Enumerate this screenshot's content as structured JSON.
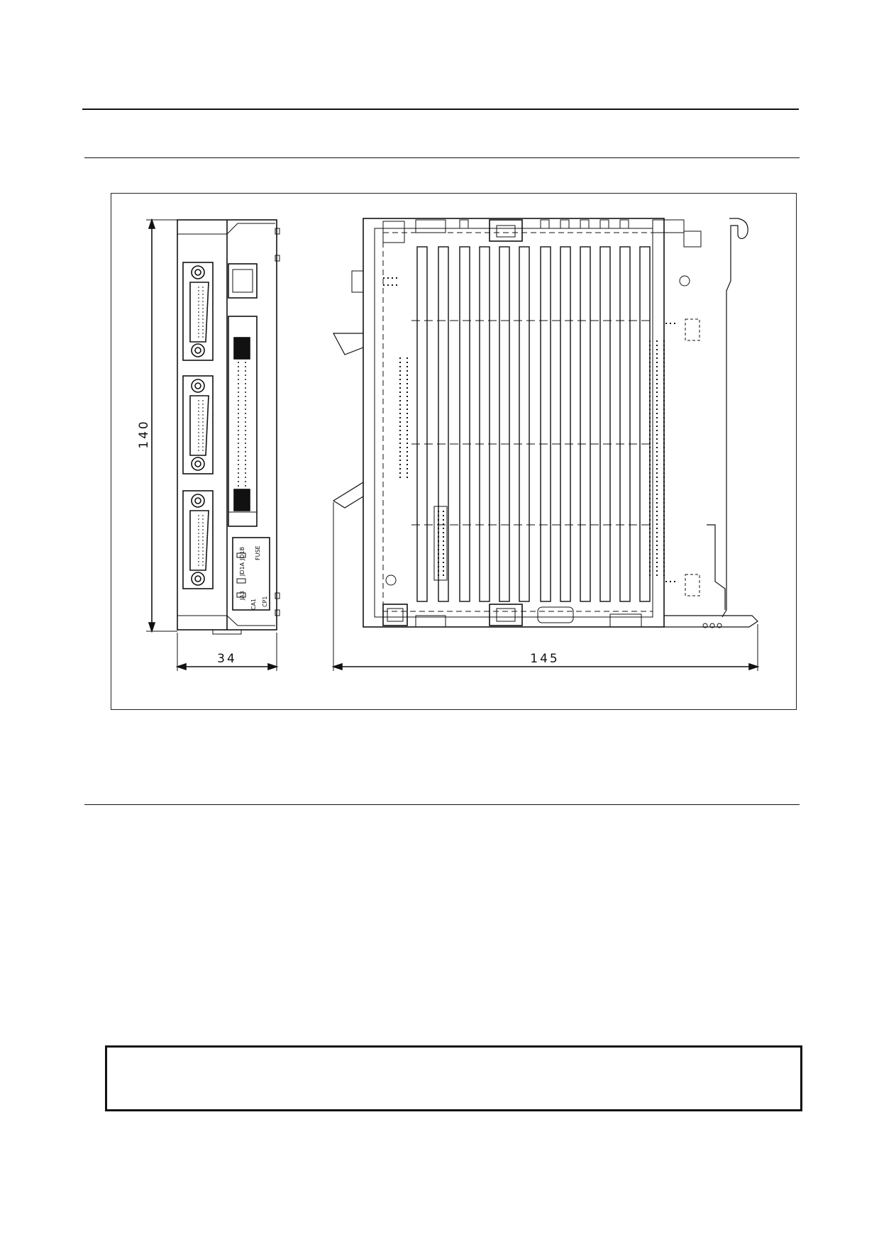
{
  "drawing": {
    "dim_height": "140",
    "dim_width_side": "34",
    "dim_width_front": "145",
    "side_labels": {
      "lbl_1": "JD1B",
      "lbl_2": "JD1A",
      "lbl_3": "FUSE",
      "lbl_4": "JA3",
      "lbl_5": "CA1",
      "lbl_6": "CP1"
    }
  },
  "colors": {
    "line": "#111111",
    "background": "#ffffff"
  }
}
